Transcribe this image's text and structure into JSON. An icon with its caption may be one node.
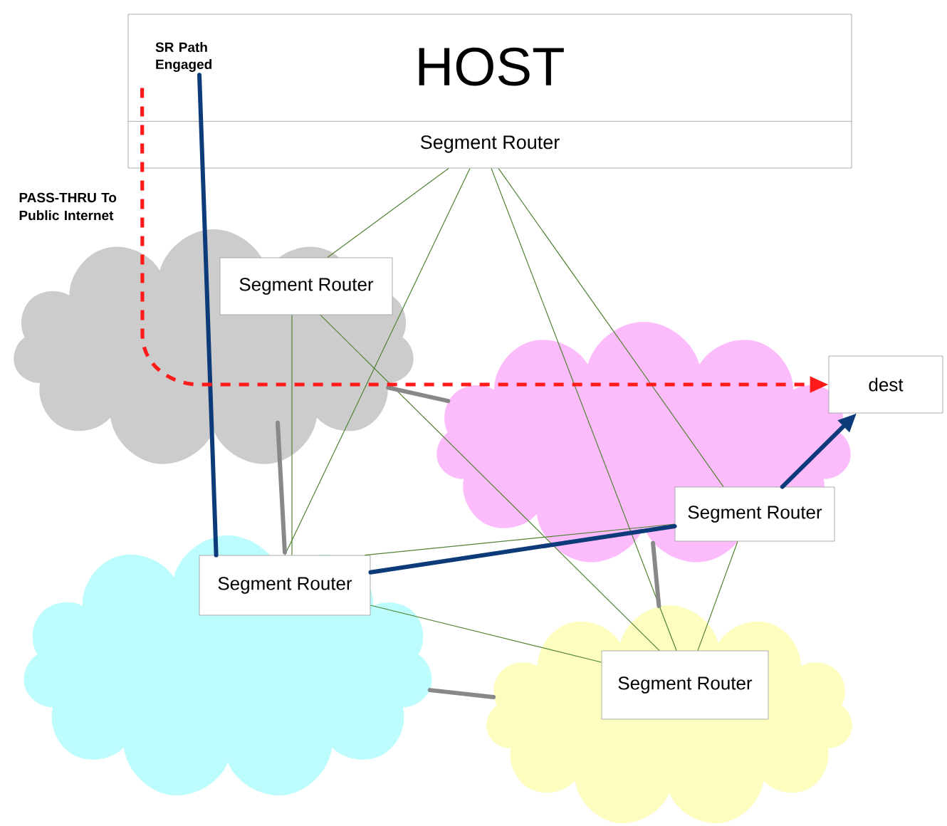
{
  "diagram": {
    "nodes": [
      {
        "text": [
          "HOST",
          "Segment Router"
        ]
      },
      {
        "text": [
          "SR Path Engaged"
        ],
        "in": 0
      },
      {
        "text": [],
        "shape": "cloud"
      },
      {
        "text": [
          "Segment Router"
        ],
        "in": 2
      },
      {
        "text": [],
        "shape": "cloud"
      },
      {
        "text": [
          "Segment Router"
        ],
        "in": 4
      },
      {
        "text": [
          "dest"
        ]
      },
      {
        "text": [],
        "shape": "cloud"
      },
      {
        "text": [
          "Segment Router"
        ],
        "in": 7
      },
      {
        "text": [],
        "shape": "cloud"
      },
      {
        "text": [
          "Segment Router"
        ],
        "in": 9
      }
    ],
    "edges": [
      {
        "from": 0,
        "to": 3,
        "arrow": "none"
      },
      {
        "from": 0,
        "to": 8,
        "arrow": "none"
      },
      {
        "from": 0,
        "to": 10,
        "arrow": "none"
      },
      {
        "from": 0,
        "to": 5,
        "arrow": "none"
      },
      {
        "from": 3,
        "to": 8,
        "arrow": "none"
      },
      {
        "from": 3,
        "to": 10,
        "arrow": "none"
      },
      {
        "from": 8,
        "to": 5,
        "arrow": "none"
      },
      {
        "from": 8,
        "to": 10,
        "arrow": "none"
      },
      {
        "from": 5,
        "to": 10,
        "arrow": "none"
      },
      {
        "from": 2,
        "to": 4,
        "arrow": "none",
        "style": "thick",
        "color": "#888888"
      },
      {
        "from": 2,
        "to": 7,
        "arrow": "none",
        "style": "thick",
        "color": "#888888"
      },
      {
        "from": 7,
        "to": 9,
        "arrow": "none",
        "style": "thick",
        "color": "#888888"
      },
      {
        "from": 4,
        "to": 9,
        "arrow": "none",
        "style": "thick",
        "color": "#888888"
      },
      {
        "from": 1,
        "to": 8,
        "arrow": "none",
        "style": "thick",
        "color": "#0d3b7a"
      },
      {
        "from": 8,
        "to": 5,
        "arrow": "none",
        "style": "thick",
        "color": "#0d3b7a"
      },
      {
        "from": 5,
        "to": 6,
        "arrow": "to",
        "style": "thick",
        "color": "#0d3b7a"
      },
      {
        "from": 0,
        "to": 6,
        "arrow": "to",
        "style": "dashed",
        "color": "#ff1a1a"
      }
    ],
    "labels": [
      "PASS-THRU To Public Internet"
    ]
  }
}
